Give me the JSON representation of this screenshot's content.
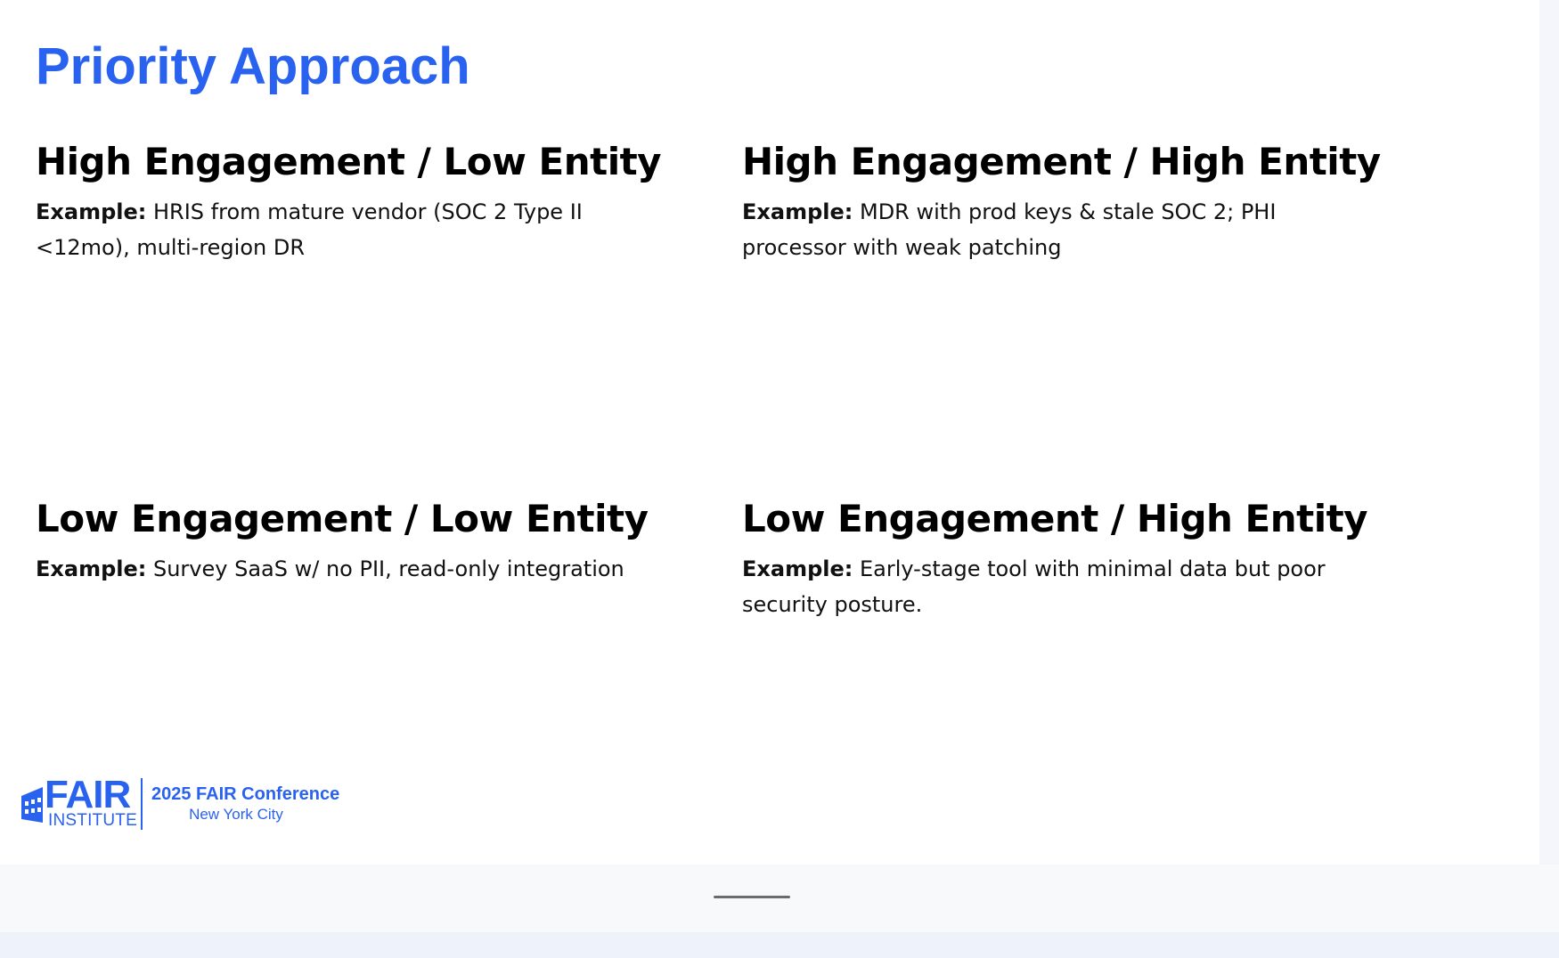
{
  "slide": {
    "title": "Priority Approach",
    "quadrants": {
      "top_left": {
        "heading": "High Engagement / Low Entity",
        "example_label": "Example:",
        "example_text": " HRIS from mature vendor (SOC 2 Type II <12mo), multi-region DR"
      },
      "top_right": {
        "heading": "High Engagement / High Entity",
        "example_label": "Example:",
        "example_text": " MDR with prod keys & stale SOC 2; PHI processor with weak patching"
      },
      "bottom_left": {
        "heading": "Low Engagement / Low Entity",
        "example_label": "Example:",
        "example_text": " Survey SaaS w/ no PII, read-only integration"
      },
      "bottom_right": {
        "heading": "Low Engagement / High Entity",
        "example_label": "Example:",
        "example_text": " Early-stage tool with minimal data but poor security posture."
      }
    },
    "footer": {
      "logo_main": "FAIR",
      "logo_sub": "INSTITUTE",
      "conference_title": "2025 FAIR Conference",
      "conference_city": "New York City"
    }
  },
  "colors": {
    "brand_blue": "#2a62f0",
    "text": "#000000",
    "background": "#ffffff"
  },
  "icons": {
    "logo": "fair-institute-logo-icon",
    "handle": "drag-handle"
  }
}
